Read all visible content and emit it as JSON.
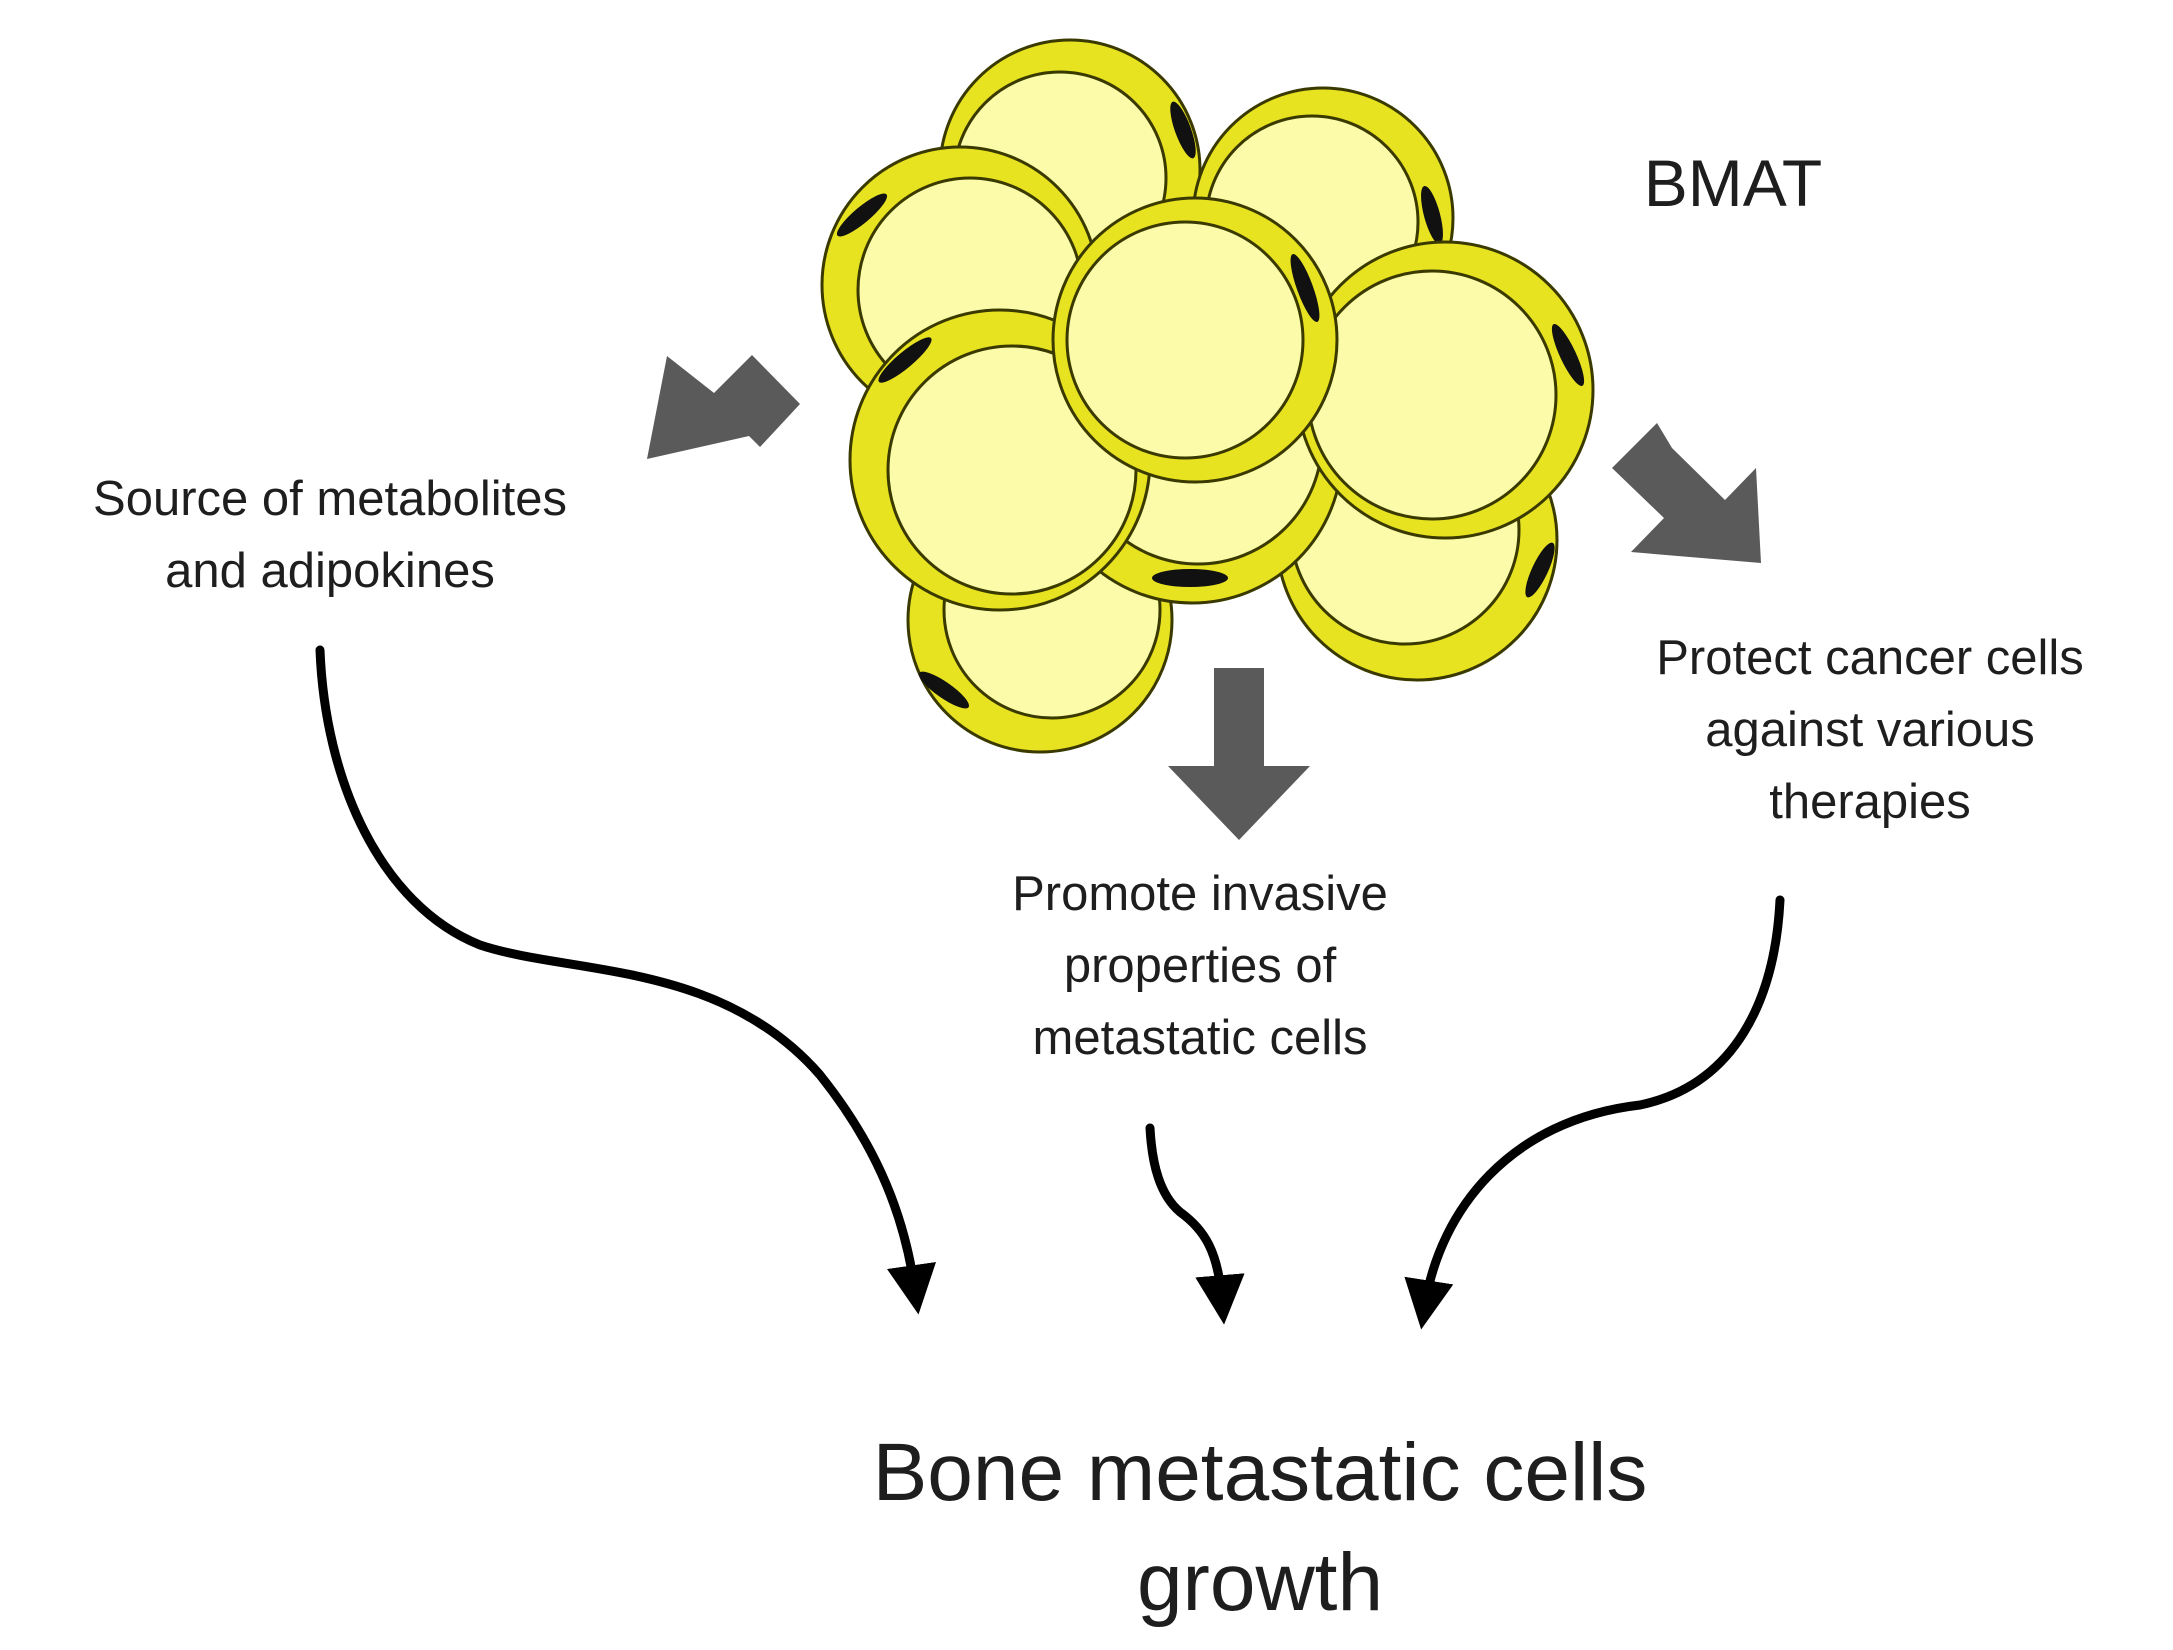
{
  "diagram": {
    "cluster_label": "BMAT",
    "effects": {
      "metabolites": [
        "Source of metabolites",
        "and adipokines"
      ],
      "invasive": [
        "Promote invasive",
        "properties  of",
        "metastatic cells"
      ],
      "protect": [
        "Protect cancer cells",
        "against various",
        "therapies"
      ]
    },
    "outcome": [
      "Bone metastatic cells",
      "growth"
    ]
  },
  "colors": {
    "cell_fill": "#fbfbaa",
    "cell_rim": "#e8e320",
    "cell_outline": "#3a3a00",
    "nucleus": "#111111",
    "block_arrow": "#5a5a5a",
    "curve_arrow": "#000000",
    "text": "#1e1e1e"
  }
}
